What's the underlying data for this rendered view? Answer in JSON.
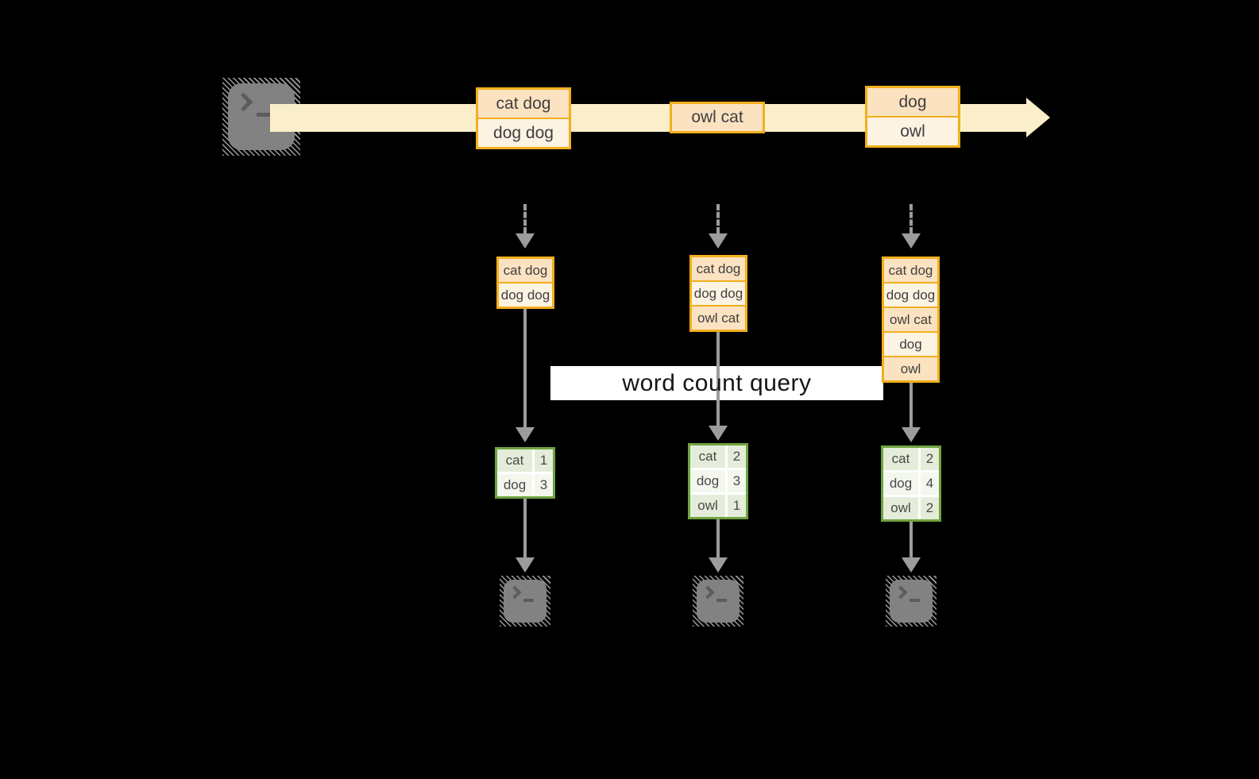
{
  "query": {
    "label": "word count query"
  },
  "source": {
    "icon": "terminal-icon"
  },
  "stream": {
    "events": [
      {
        "rows": [
          "cat dog",
          "dog dog"
        ]
      },
      {
        "rows": [
          "owl cat"
        ]
      },
      {
        "rows": [
          "dog",
          "owl"
        ]
      }
    ]
  },
  "columns": [
    {
      "accumulated": [
        "cat dog",
        "dog dog"
      ],
      "counts": [
        {
          "word": "cat",
          "count": "1"
        },
        {
          "word": "dog",
          "count": "3"
        }
      ],
      "output_icon": "terminal-icon"
    },
    {
      "accumulated": [
        "cat dog",
        "dog dog",
        "owl cat"
      ],
      "counts": [
        {
          "word": "cat",
          "count": "2"
        },
        {
          "word": "dog",
          "count": "3"
        },
        {
          "word": "owl",
          "count": "1"
        }
      ],
      "output_icon": "terminal-icon"
    },
    {
      "accumulated": [
        "cat dog",
        "dog dog",
        "owl cat",
        "dog",
        "owl"
      ],
      "counts": [
        {
          "word": "cat",
          "count": "2"
        },
        {
          "word": "dog",
          "count": "4"
        },
        {
          "word": "owl",
          "count": "2"
        }
      ],
      "output_icon": "terminal-icon"
    }
  ],
  "colors": {
    "background": "#000000",
    "accent_orange": "#F2AF1D",
    "stream_fill": "#FBEFCB",
    "event_row_dark": "#FBE2C1",
    "event_row_light": "#FDF3E3",
    "green_border": "#6FA33F",
    "green_row_dark": "#E4EDD9",
    "green_row_light": "#F3F7EE",
    "arrow_gray": "#9C9C9C",
    "terminal_gray": "#828282",
    "query_band_bg": "#FFFFFF"
  }
}
